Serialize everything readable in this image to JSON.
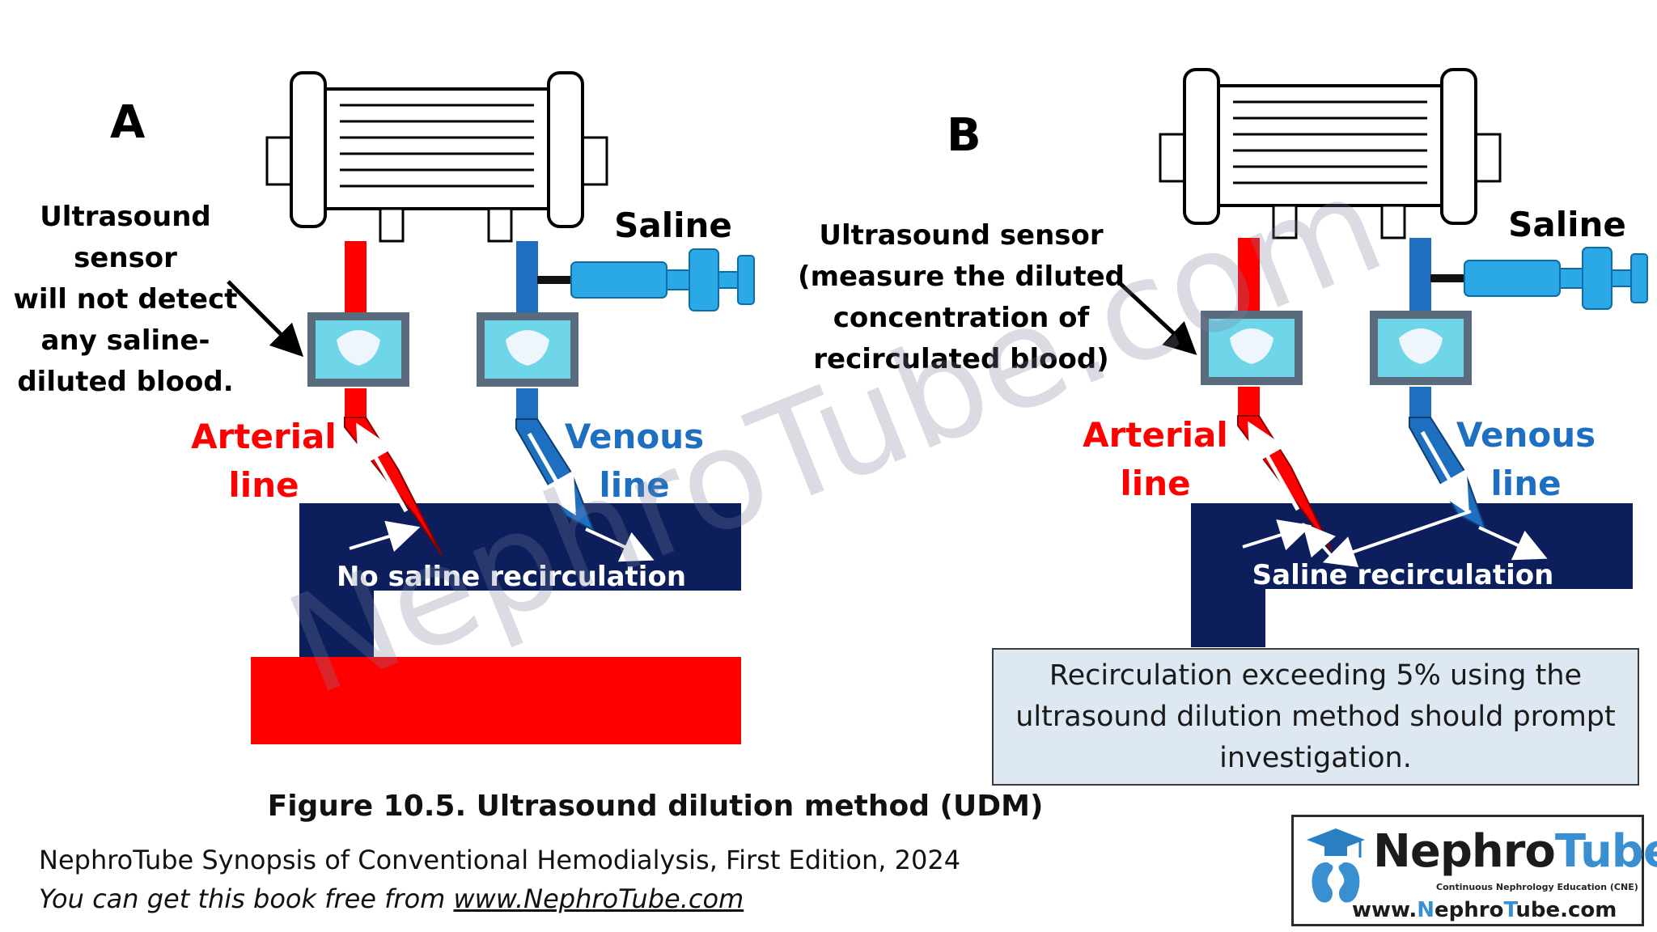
{
  "panel_a": {
    "letter": "A",
    "saline_label": "Saline",
    "sensor_note": [
      "Ultrasound",
      "sensor",
      "will not detect",
      "any saline-",
      "diluted blood."
    ],
    "arterial_label": [
      "Arterial",
      "line"
    ],
    "venous_label": [
      "Venous",
      "line"
    ],
    "flow_label": "No saline recirculation"
  },
  "panel_b": {
    "letter": "B",
    "saline_label": "Saline",
    "sensor_note": [
      "Ultrasound sensor",
      "(measure the diluted",
      "concentration of",
      "recirculated blood)"
    ],
    "arterial_label": [
      "Arterial",
      "line"
    ],
    "venous_label": [
      "Venous",
      "line"
    ],
    "flow_label": "Saline recirculation"
  },
  "note": "Recirculation exceeding 5% using the ultrasound dilution method should prompt investigation.",
  "caption": "Figure 10.5. Ultrasound dilution method (UDM)",
  "footer": {
    "line1": "NephroTube Synopsis of Conventional Hemodialysis, First Edition, 2024",
    "line2_prefix": "You can get this book free from ",
    "line2_link": "www.NephroTube.com"
  },
  "watermark": "NephroTube.com",
  "logo": {
    "name_part1": "Nephro",
    "name_part2": "Tube",
    "subtitle": "Continuous Nephrology Education (CNE)",
    "url_p1": "www.",
    "url_p2": "N",
    "url_p3": "ephro",
    "url_p4": "T",
    "url_p5": "ube.com"
  },
  "colors": {
    "arterial": "#ff0000",
    "venous": "#1e6fc0",
    "vessel": "#0c1f5c",
    "sensor": "#5b6b7e",
    "saline": "#2aa9e6"
  }
}
